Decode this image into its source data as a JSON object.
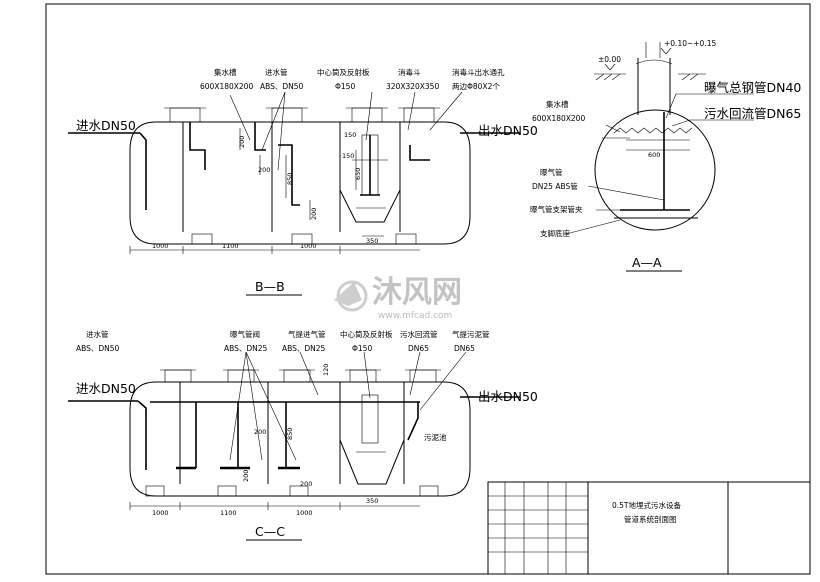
{
  "section_bb": {
    "title": "B—B",
    "labels": {
      "tank_groove": "集水槽",
      "tank_groove_size": "600X180X200",
      "inlet_pipe": "进水管",
      "inlet_pipe_spec": "ABS、DN50",
      "center_tube": "中心筒及反射板",
      "center_tube_spec": "Φ150",
      "disinfect": "消毒斗",
      "disinfect_size": "320X320X350",
      "disinfect_outlet": "消毒斗出水通孔",
      "disinfect_outlet_spec": "两边Φ80X2个",
      "inlet_dn": "进水DN50",
      "outlet_dn": "出水DN50"
    },
    "dims": [
      "1000",
      "1100",
      "1000",
      "200",
      "200",
      "850",
      "200",
      "150",
      "650",
      "350",
      "150"
    ]
  },
  "section_aa": {
    "title": "A—A",
    "labels": {
      "elev_zero": "±0.00",
      "elev_range": "+0.10~+0.15",
      "aeration_main": "曝气总钢管DN40",
      "sludge_return": "污水回流管DN65",
      "tank_groove": "集水槽",
      "tank_groove_size": "600X180X200",
      "aeration_pipe": "曝气管",
      "aeration_pipe_spec": "DN25 ABS管",
      "aeration_bracket": "曝气管支架管夹",
      "support_base": "支脚底座"
    },
    "dims": [
      "600"
    ]
  },
  "section_cc": {
    "title": "C—C",
    "labels": {
      "inlet_pipe": "进水管",
      "inlet_pipe_spec": "ABS、DN50",
      "aeration_valve": "曝气管阀",
      "aeration_valve_spec": "ABS、DN25",
      "airlift_inlet": "气提进气管",
      "airlift_inlet_spec": "ABS、DN25",
      "center_tube": "中心筒及反射板",
      "center_tube_spec": "Φ150",
      "return_pipe": "污水回流管",
      "return_pipe_spec": "DN65",
      "airlift_sludge": "气提污泥管",
      "airlift_sludge_spec": "DN65",
      "sludge_tank": "污泥池",
      "inlet_dn": "进水DN50",
      "outlet_dn": "出水DN50"
    },
    "dims": [
      "1000",
      "1100",
      "1000",
      "200",
      "200",
      "850",
      "200",
      "120",
      "350"
    ]
  },
  "title_block": {
    "line1": "0.5T地埋式污水设备",
    "line2": "管道系统剖面图"
  },
  "watermark": {
    "brand": "沐风网",
    "url": "www.mfcad.com"
  }
}
